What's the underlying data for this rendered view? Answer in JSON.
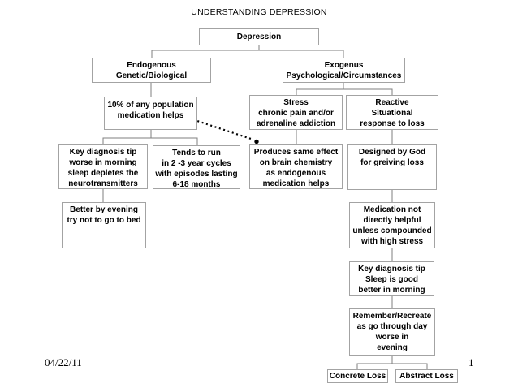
{
  "slide": {
    "title": "UNDERSTANDING DEPRESSION"
  },
  "footer": {
    "date": "04/22/11",
    "page": "1"
  },
  "colors": {
    "background": "#ffffff",
    "box_border": "#a3a3a3",
    "connector": "#7f7f7f",
    "text": "#000000",
    "dotted_arrow": "#000000"
  },
  "nodes": {
    "depression": "Depression",
    "endogenous": "Endogenous\nGenetic/Biological",
    "exogenus": "Exogenus\nPsychological/Circumstances",
    "ten_percent": "10% of any population\nmedication helps",
    "stress": "Stress\nchronic pain and/or\nadrenaline addiction",
    "reactive": "Reactive\nSituational\nresponse to loss",
    "key_diagnosis_morning": "Key diagnosis tip\nworse in morning\nsleep depletes the\nneurotransmitters",
    "tends": "Tends to run\nin 2 -3 year cycles\nwith episodes lasting\n6-18 months",
    "produces": "Produces same effect\non brain chemistry\nas endogenous\nmedication helps",
    "designed": "Designed by God\nfor greiving loss",
    "better": "Better by evening\ntry not to go to bed",
    "medication_not": "Medication not\ndirectly helpful\nunless compounded\nwith high stress",
    "key_diagnosis_sleep": "Key diagnosis tip\nSleep is good\nbetter in morning",
    "remember": "Remember/Recreate\nas go through day\nworse in\nevening",
    "concrete_loss": "Concrete Loss",
    "abstract_loss": "Abstract Loss"
  }
}
